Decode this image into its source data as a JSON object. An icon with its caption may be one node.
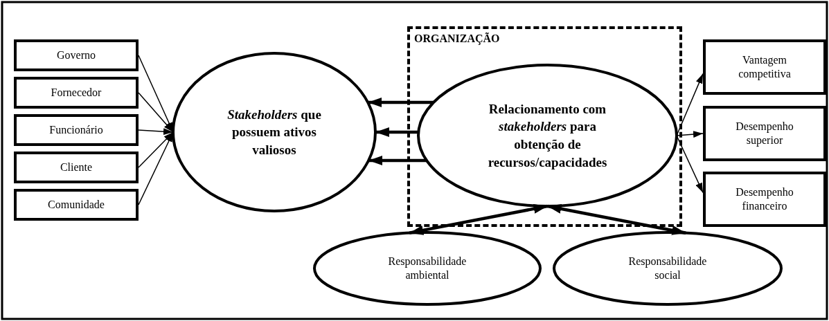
{
  "diagram": {
    "nodes": [
      {
        "text": [
          "Governo"
        ]
      },
      {
        "text": [
          "Fornecedor"
        ]
      },
      {
        "text": [
          "Funcionário"
        ]
      },
      {
        "text": [
          "Cliente"
        ]
      },
      {
        "text": [
          "Comunidade"
        ]
      },
      {
        "text": [
          "*Stakeholders* que possuem ativos valiosos"
        ]
      },
      {
        "text": [
          "ORGANIZAÇÃO"
        ]
      },
      {
        "text": [
          "Relacionamento com *stakeholders* para obtenção de recursos/capacidades"
        ],
        "in": 6
      },
      {
        "text": [
          "Vantagem competitiva"
        ]
      },
      {
        "text": [
          "Desempenho superior"
        ]
      },
      {
        "text": [
          "Desempenho financeiro"
        ]
      },
      {
        "text": [
          "Responsabilidade ambiental"
        ]
      },
      {
        "text": [
          "Responsabilidade social"
        ]
      }
    ],
    "edges": [
      {
        "from": 0,
        "to": 5,
        "arrow": "to"
      },
      {
        "from": 1,
        "to": 5,
        "arrow": "to"
      },
      {
        "from": 2,
        "to": 5,
        "arrow": "to"
      },
      {
        "from": 3,
        "to": 5,
        "arrow": "to"
      },
      {
        "from": 4,
        "to": 5,
        "arrow": "to"
      },
      {
        "from": 7,
        "to": 5,
        "arrow": "to",
        "style": "thick"
      },
      {
        "from": 7,
        "to": 5,
        "arrow": "to",
        "style": "thick"
      },
      {
        "from": 7,
        "to": 5,
        "arrow": "to",
        "style": "thick"
      },
      {
        "from": 7,
        "to": 8,
        "arrow": "to"
      },
      {
        "from": 7,
        "to": 9,
        "arrow": "to"
      },
      {
        "from": 7,
        "to": 10,
        "arrow": "to"
      },
      {
        "from": 11,
        "to": 7,
        "arrow": "both",
        "style": "thick"
      },
      {
        "from": 12,
        "to": 7,
        "arrow": "both",
        "style": "thick"
      }
    ]
  }
}
